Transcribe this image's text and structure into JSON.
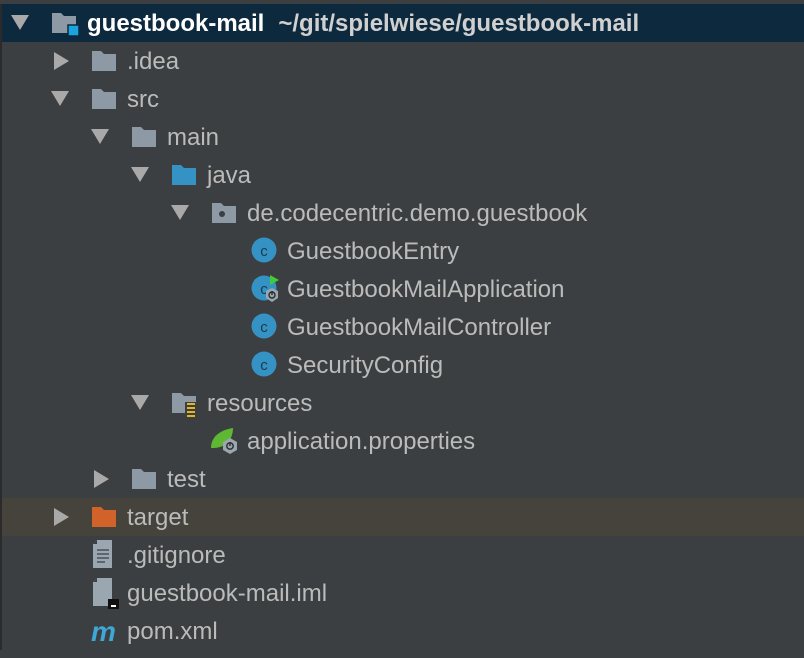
{
  "tree": [
    {
      "label": "guestbook-mail",
      "path": "~/git/spielwiese/guestbook-mail",
      "level": 0,
      "state": "open",
      "icon": "module-folder-icon",
      "selected": true
    },
    {
      "label": ".idea",
      "level": 1,
      "state": "closed",
      "icon": "folder-icon"
    },
    {
      "label": "src",
      "level": 1,
      "state": "open",
      "icon": "folder-icon"
    },
    {
      "label": "main",
      "level": 2,
      "state": "open",
      "icon": "folder-icon"
    },
    {
      "label": "java",
      "level": 3,
      "state": "open",
      "icon": "source-folder-icon"
    },
    {
      "label": "de.codecentric.demo.guestbook",
      "level": 4,
      "state": "open",
      "icon": "package-icon"
    },
    {
      "label": "GuestbookEntry",
      "level": 5,
      "state": "none",
      "icon": "class-icon"
    },
    {
      "label": "GuestbookMailApplication",
      "level": 5,
      "state": "none",
      "icon": "spring-boot-class-icon"
    },
    {
      "label": "GuestbookMailController",
      "level": 5,
      "state": "none",
      "icon": "class-icon"
    },
    {
      "label": "SecurityConfig",
      "level": 5,
      "state": "none",
      "icon": "class-icon"
    },
    {
      "label": "resources",
      "level": 3,
      "state": "open",
      "icon": "resources-folder-icon"
    },
    {
      "label": "application.properties",
      "level": 4,
      "state": "none",
      "icon": "spring-properties-icon"
    },
    {
      "label": "test",
      "level": 2,
      "state": "closed",
      "icon": "folder-icon"
    },
    {
      "label": "target",
      "level": 1,
      "state": "closed",
      "icon": "excluded-folder-icon",
      "excluded": true
    },
    {
      "label": ".gitignore",
      "level": 1,
      "state": "none",
      "icon": "text-file-icon"
    },
    {
      "label": "guestbook-mail.iml",
      "level": 1,
      "state": "none",
      "icon": "iml-file-icon"
    },
    {
      "label": "pom.xml",
      "level": 1,
      "state": "none",
      "icon": "maven-icon"
    }
  ],
  "colors": {
    "background": "#3c3f41",
    "selection": "#0d293e",
    "excluded": "#45433b",
    "folder": "#8d9aa5",
    "source": "#3592c4",
    "class": "#3592c4",
    "excludedFolder": "#d0622a",
    "spring": "#5fb832",
    "maven": "#3fa7d6"
  }
}
